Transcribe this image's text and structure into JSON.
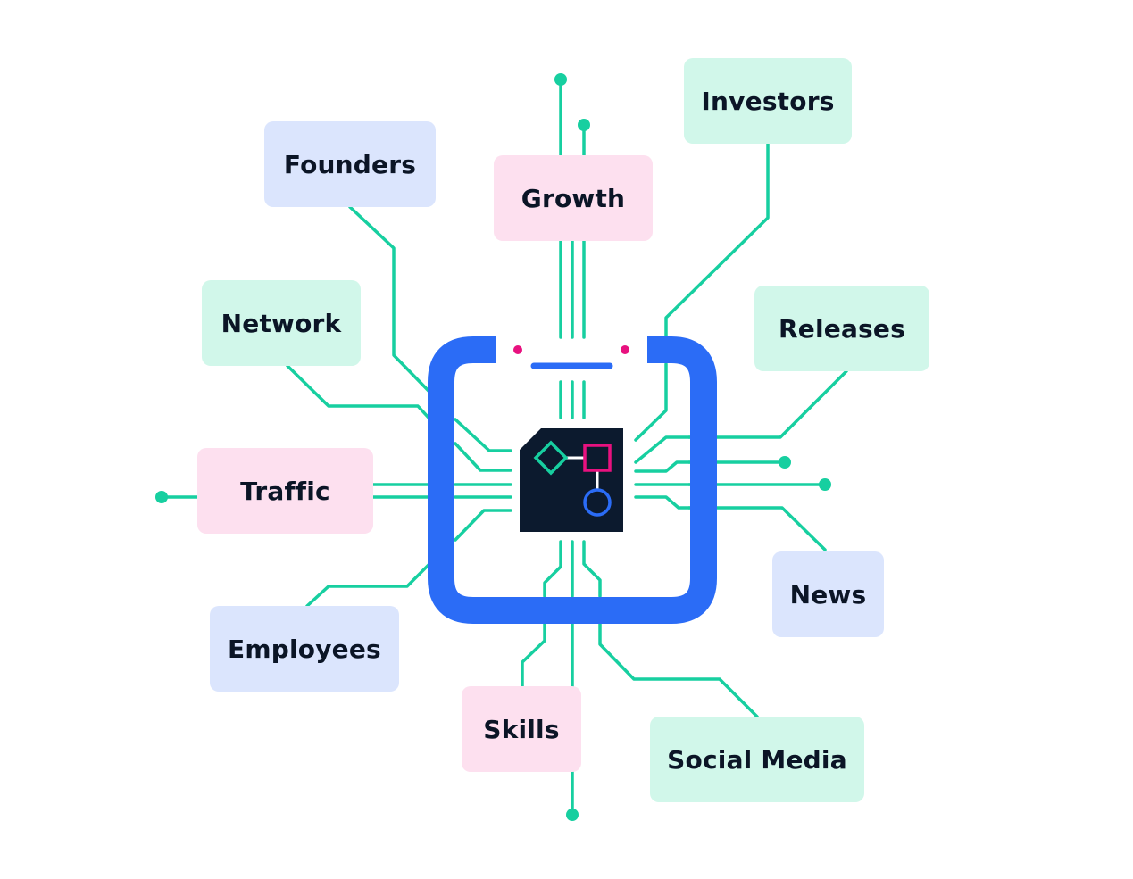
{
  "colors": {
    "trace": "#17cfa0",
    "frame": "#2b6cf6",
    "chip": "#0c1a2e",
    "accent_pink": "#e8117f",
    "mint_box": "#d1f7ea",
    "pink_box": "#fde0ef",
    "blue_box": "#dbe5fd",
    "label_text": "#0b1526"
  },
  "icons": {
    "frame": "rounded-square-frame-icon",
    "chip": "processor-chip-icon",
    "diamond": "diamond-shape-icon",
    "square": "square-shape-icon",
    "circle": "circle-shape-icon",
    "connector_dot": "circuit-node-dot"
  },
  "nodes": {
    "founders": "Founders",
    "growth": "Growth",
    "investors": "Investors",
    "network": "Network",
    "releases": "Releases",
    "traffic": "Traffic",
    "news": "News",
    "employees": "Employees",
    "skills": "Skills",
    "social_media": "Social Media"
  }
}
